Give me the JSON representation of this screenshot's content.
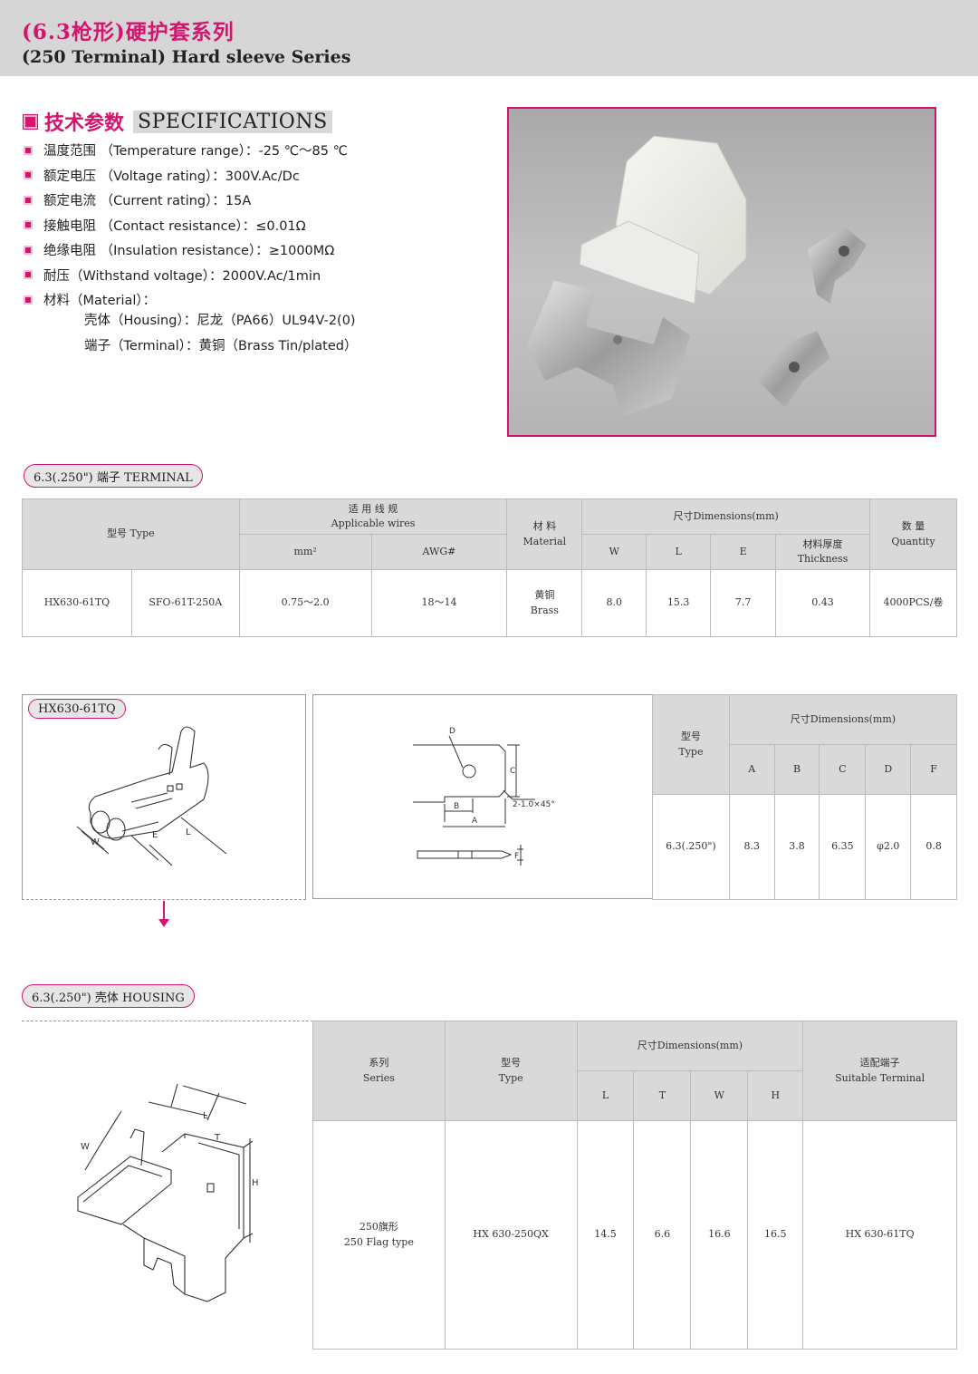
{
  "header": {
    "title_cn": "(6.3枪形)硬护套系列",
    "title_en": "(250 Terminal) Hard sleeve Series"
  },
  "specs": {
    "title_cn": "技术参数",
    "title_en": "SPECIFICATIONS",
    "items": [
      "温度范围 （Temperature range）：-25 ℃～85 ℃",
      "额定电压 （Voltage rating）：300V.Ac/Dc",
      "额定电流 （Current rating）：15A",
      "接触电阻 （Contact resistance）：≤0.01Ω",
      "绝缘电阻 （Insulation resistance）：≥1000MΩ",
      "耐压（Withstand voltage）：2000V.Ac/1min",
      "材料（Material）："
    ],
    "material_housing": "壳体（Housing）：尼龙（PA66）UL94V-2(0)",
    "material_terminal": "端子（Terminal）：黄铜（Brass Tin/plated）"
  },
  "terminal_section": {
    "label": "6.3(.250\") 端子 TERMINAL",
    "table": {
      "h_type": "型号 Type",
      "h_wires_cn": "适 用 线 规",
      "h_wires_en": "Applicable wires",
      "h_mm2": "mm²",
      "h_awg": "AWG#",
      "h_material_cn": "材 料",
      "h_material_en": "Material",
      "h_dims": "尺寸Dimensions(mm)",
      "h_w": "W",
      "h_l": "L",
      "h_e": "E",
      "h_thick_cn": "材料厚度",
      "h_thick_en": "Thickness",
      "h_qty_cn": "数 量",
      "h_qty_en": "Quantity",
      "row": {
        "type1": "HX630-61TQ",
        "type2": "SFO-61T-250A",
        "mm2": "0.75～2.0",
        "awg": "18～14",
        "mat_cn": "黄铜",
        "mat_en": "Brass",
        "w": "8.0",
        "l": "15.3",
        "e": "7.7",
        "thick": "0.43",
        "qty": "4000PCS/卷"
      }
    }
  },
  "drawing_panel": {
    "label": "HX630-61TQ",
    "dim_letters": {
      "w": "W",
      "e": "E",
      "l": "L",
      "a": "A",
      "b": "B",
      "c": "C",
      "d": "D",
      "f": "F",
      "chamfer": "2-1.0×45°"
    }
  },
  "tab_table": {
    "h_type_cn": "型号",
    "h_type_en": "Type",
    "h_dims": "尺寸Dimensions(mm)",
    "cols": [
      "A",
      "B",
      "C",
      "D",
      "F"
    ],
    "row": {
      "type": "6.3(.250\")",
      "values": [
        "8.3",
        "3.8",
        "6.35",
        "φ2.0",
        "0.8"
      ]
    }
  },
  "housing_section": {
    "label": "6.3(.250\") 壳体 HOUSING",
    "dim_letters": {
      "l": "L",
      "t": "T",
      "w": "W",
      "h": "H"
    },
    "table": {
      "h_series_cn": "系列",
      "h_series_en": "Series",
      "h_type_cn": "型号",
      "h_type_en": "Type",
      "h_dims": "尺寸Dimensions(mm)",
      "cols": [
        "L",
        "T",
        "W",
        "H"
      ],
      "h_suit_cn": "适配端子",
      "h_suit_en": "Suitable Terminal",
      "row": {
        "series_cn": "250旗形",
        "series_en": "250 Flag type",
        "type": "HX 630-250QX",
        "values": [
          "14.5",
          "6.6",
          "16.6",
          "16.5"
        ],
        "suitable": "HX 630-61TQ"
      }
    }
  },
  "colors": {
    "accent": "#d4146e",
    "header_bg": "#d6d6d6",
    "table_head": "#d9d9d9"
  }
}
